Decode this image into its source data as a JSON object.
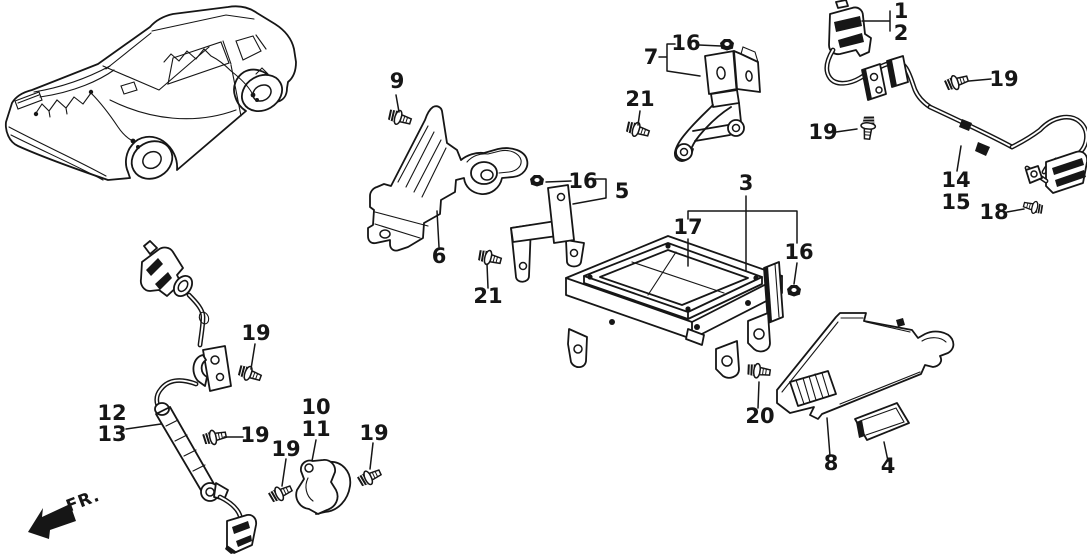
{
  "diagram": {
    "background_color": "#ffffff",
    "ink_color": "#161616",
    "fr_indicator": {
      "label": "FR."
    },
    "callouts": [
      {
        "id": "callout-1",
        "text": "1"
      },
      {
        "id": "callout-2",
        "text": "2"
      },
      {
        "id": "callout-19-rear-upper",
        "text": "19"
      },
      {
        "id": "callout-9",
        "text": "9"
      },
      {
        "id": "callout-7",
        "text": "7"
      },
      {
        "id": "callout-16-at-7",
        "text": "16"
      },
      {
        "id": "callout-21-at-7",
        "text": "21"
      },
      {
        "id": "callout-19-rear-mid",
        "text": "19"
      },
      {
        "id": "callout-16-at-5",
        "text": "16"
      },
      {
        "id": "callout-5",
        "text": "5"
      },
      {
        "id": "callout-6",
        "text": "6"
      },
      {
        "id": "callout-3",
        "text": "3"
      },
      {
        "id": "callout-17",
        "text": "17"
      },
      {
        "id": "callout-16-at-3",
        "text": "16"
      },
      {
        "id": "callout-14",
        "text": "14"
      },
      {
        "id": "callout-15",
        "text": "15"
      },
      {
        "id": "callout-18",
        "text": "18"
      },
      {
        "id": "callout-21-at-5",
        "text": "21"
      },
      {
        "id": "callout-19-front-upper",
        "text": "19"
      },
      {
        "id": "callout-12",
        "text": "12"
      },
      {
        "id": "callout-13",
        "text": "13"
      },
      {
        "id": "callout-19-front-left",
        "text": "19"
      },
      {
        "id": "callout-19-front-mid",
        "text": "19"
      },
      {
        "id": "callout-10",
        "text": "10"
      },
      {
        "id": "callout-11",
        "text": "11"
      },
      {
        "id": "callout-19-front-right",
        "text": "19"
      },
      {
        "id": "callout-20",
        "text": "20"
      },
      {
        "id": "callout-8",
        "text": "8"
      },
      {
        "id": "callout-4",
        "text": "4"
      }
    ]
  }
}
